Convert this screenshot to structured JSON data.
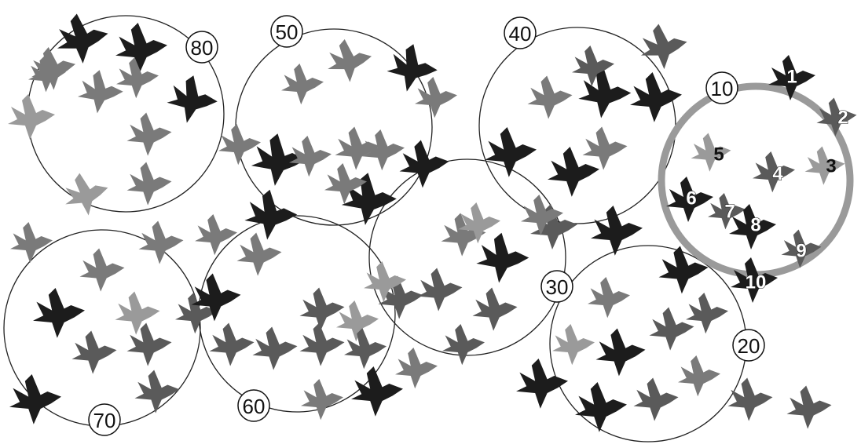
{
  "colors": {
    "background": "#ffffff",
    "bird_black": "#1c1c1c",
    "bird_dark_gray": "#5a5a5a",
    "bird_gray": "#7a7a7a",
    "bird_light_gray": "#9a9a9a",
    "circle_line": "#222222",
    "highlight_ring": "#9a9a9a"
  },
  "region_labels": [
    "80",
    "50",
    "40",
    "10",
    "70",
    "60",
    "30",
    "20"
  ],
  "numbered_birds": [
    "1",
    "2",
    "3",
    "4",
    "5",
    "6",
    "7",
    "8",
    "9",
    "10"
  ],
  "bird_shades": [
    "black",
    "dark_gray",
    "gray",
    "light_gray"
  ],
  "icon": "bird-silhouette-icon"
}
